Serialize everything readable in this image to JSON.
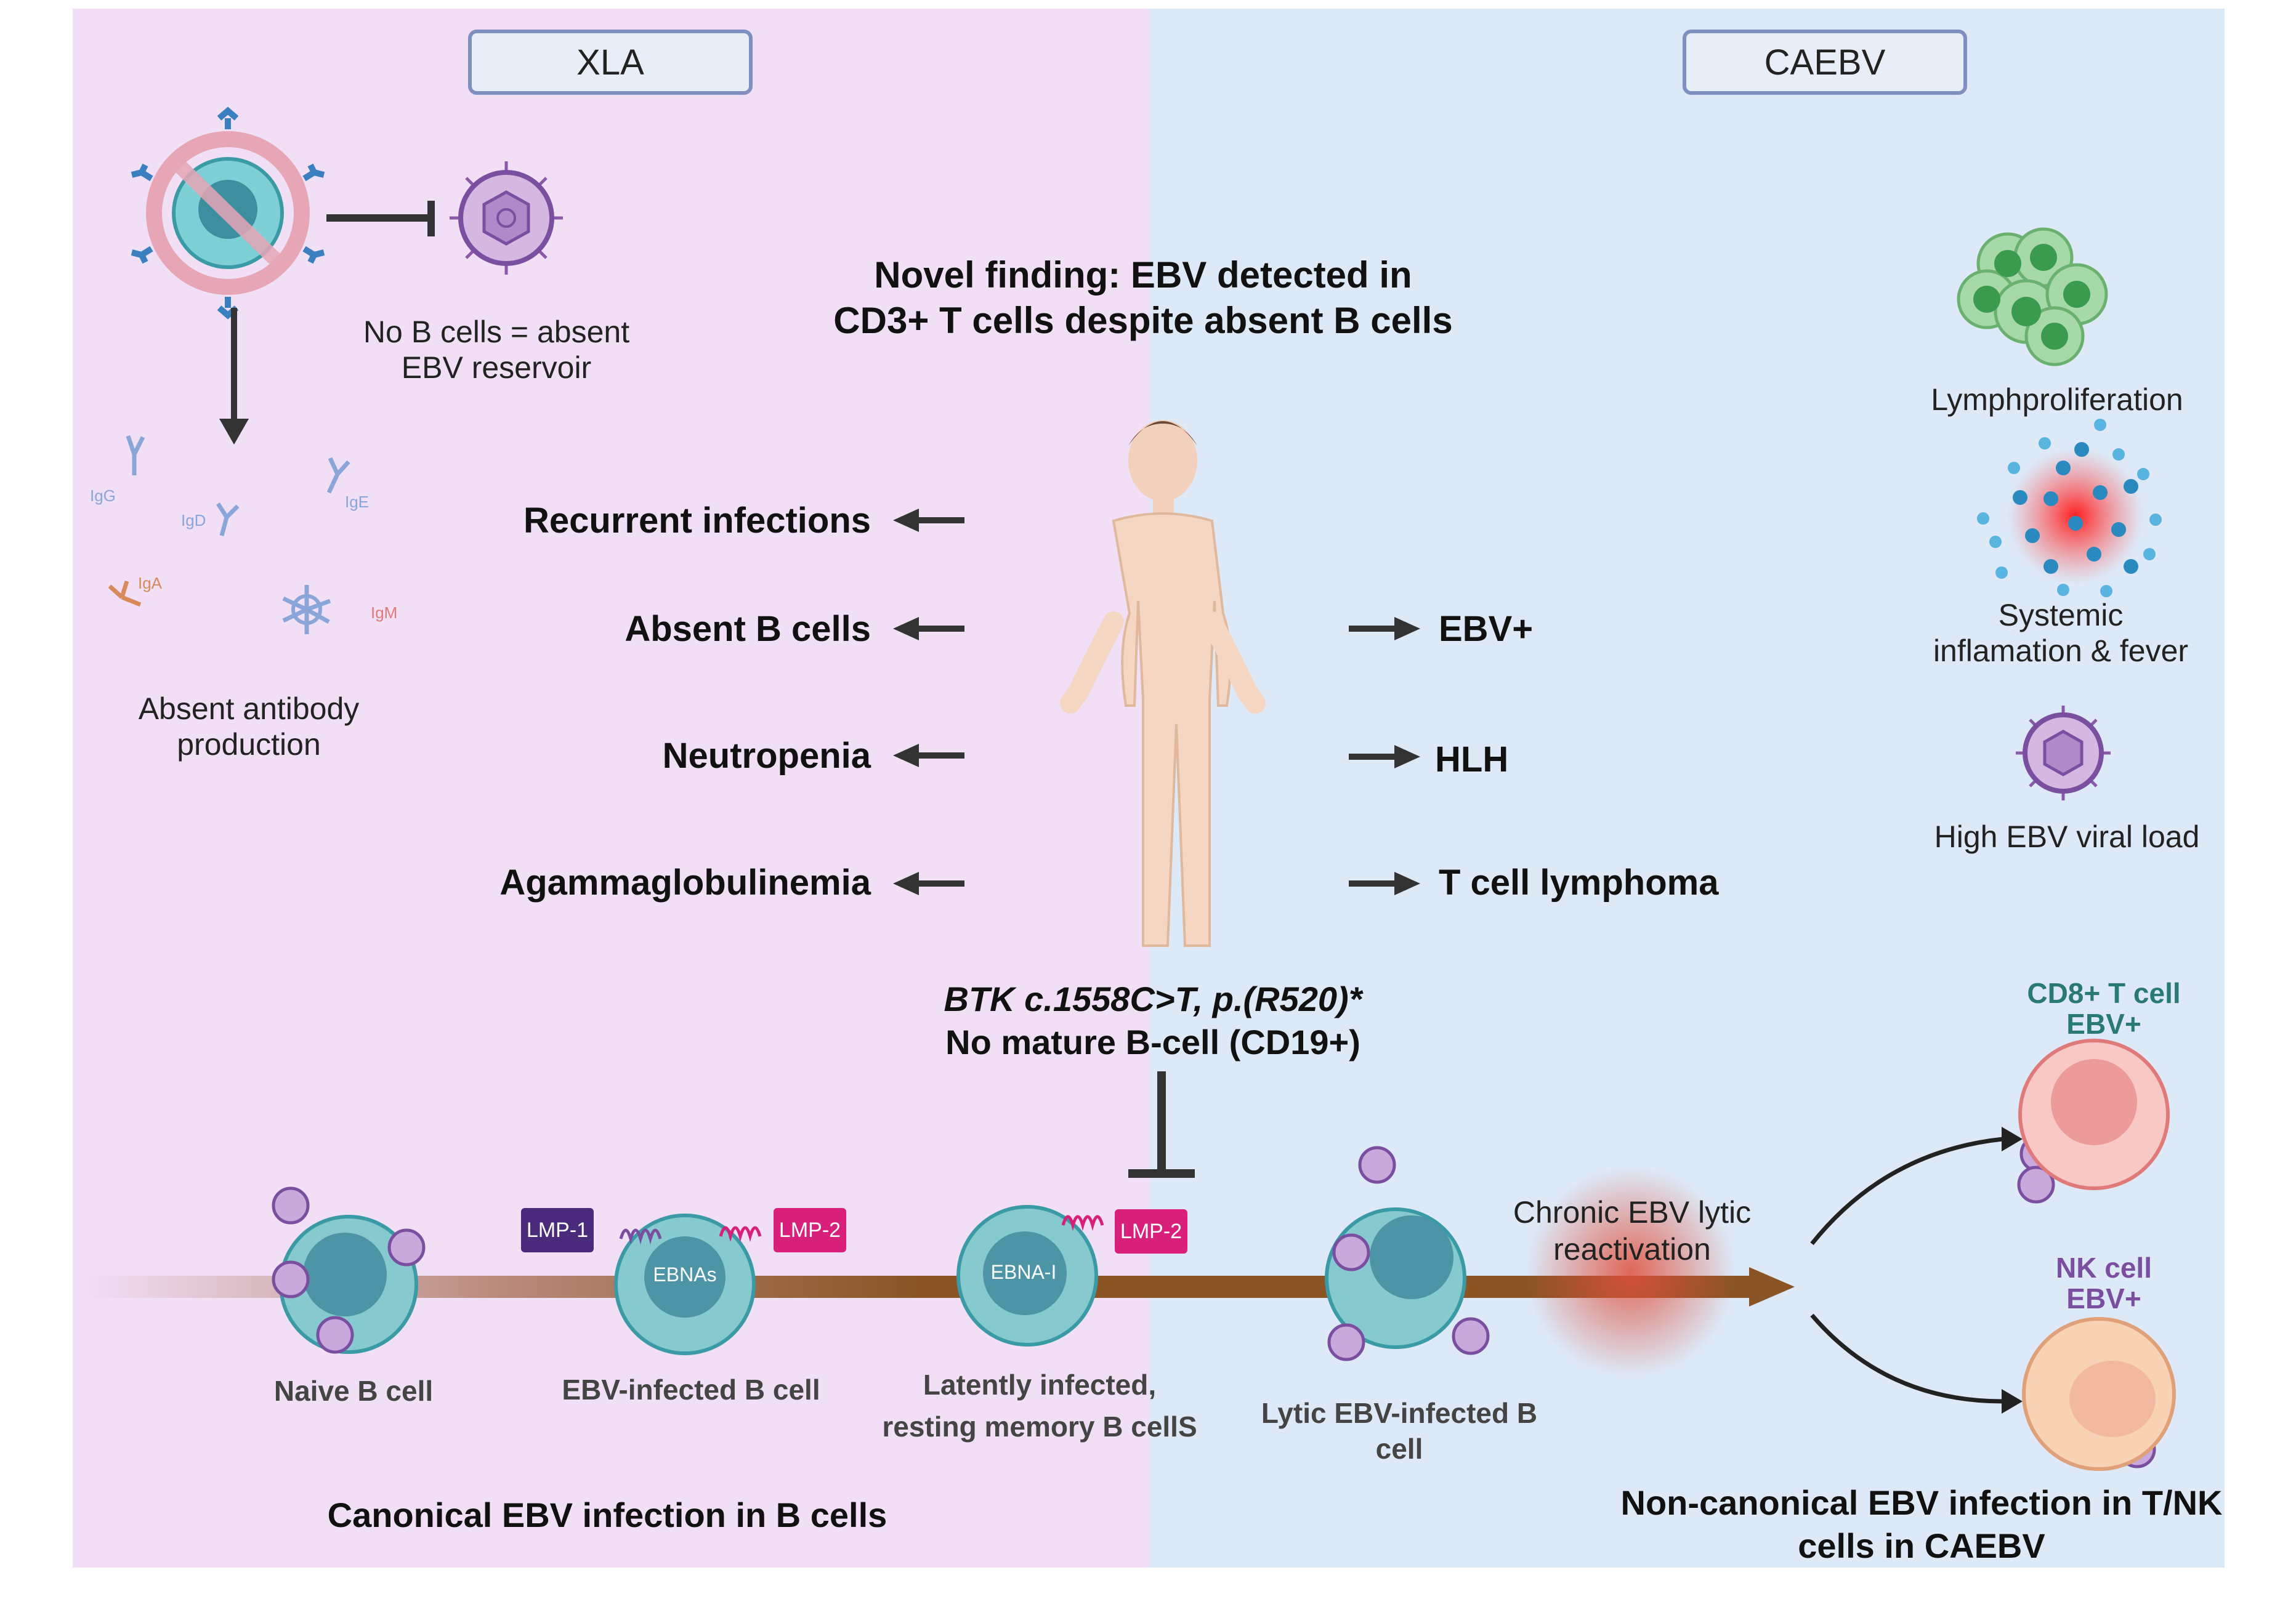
{
  "panels": {
    "left_title": "XLA",
    "right_title": "CAEBV"
  },
  "headline": {
    "line1": "Novel finding: EBV detected in",
    "line2": "CD3+ T cells despite absent B cells"
  },
  "xla": {
    "reservoir_line1": "No B cells = absent",
    "reservoir_line2": "EBV reservoir",
    "antibody_line1": "Absent antibody",
    "antibody_line2": "production",
    "isotypes": [
      "IgG",
      "IgD",
      "IgE",
      "IgA",
      "IgM"
    ],
    "features": [
      "Recurrent infections",
      "Absent B cells",
      "Neutropenia",
      "Agammaglobulinemia"
    ]
  },
  "caebv": {
    "features": [
      "EBV+",
      "HLH",
      "T cell lymphoma"
    ],
    "side": [
      {
        "line1": "Lymphproliferation",
        "line2": ""
      },
      {
        "line1": "Systemic",
        "line2": "inflamation & fever"
      },
      {
        "line1": "High EBV viral load",
        "line2": ""
      }
    ]
  },
  "mutation": {
    "line1": "BTK c.1558C>T, p.(R520)*",
    "line2": "No mature B-cell (CD19+)"
  },
  "timeline": {
    "tags": {
      "lmp1": "LMP-1",
      "lmp2a": "LMP-2",
      "lmp2b": "LMP-2"
    },
    "inner": {
      "ebnas": "EBNAs",
      "ebna1": "EBNA-I"
    },
    "cells": {
      "naive": "Naive  B cell",
      "infected": "EBV-infected B cell",
      "latent1": "Latently infected,",
      "latent2": "resting memory B cellS",
      "lytic1": "Lytic EBV-infected B",
      "lytic2": "cell"
    },
    "reactivation1": "Chronic EBV lytic",
    "reactivation2": "reactivation",
    "canonical": "Canonical EBV infection in B cells",
    "noncanonical1": "Non-canonical EBV infection in T/NK",
    "noncanonical2": "cells in CAEBV",
    "cd8_1": "CD8+  T cell",
    "cd8_2": "EBV+",
    "nk_1": "NK cell",
    "nk_2": "EBV+"
  },
  "colors": {
    "left_bg": "#f1dff6",
    "right_bg": "#dde9f7",
    "arrow": "#8a5424",
    "lmp1": "#4a2a7a",
    "lmp2": "#d8207a",
    "teal": "#2a7a74",
    "purple": "#7a4fa0"
  }
}
